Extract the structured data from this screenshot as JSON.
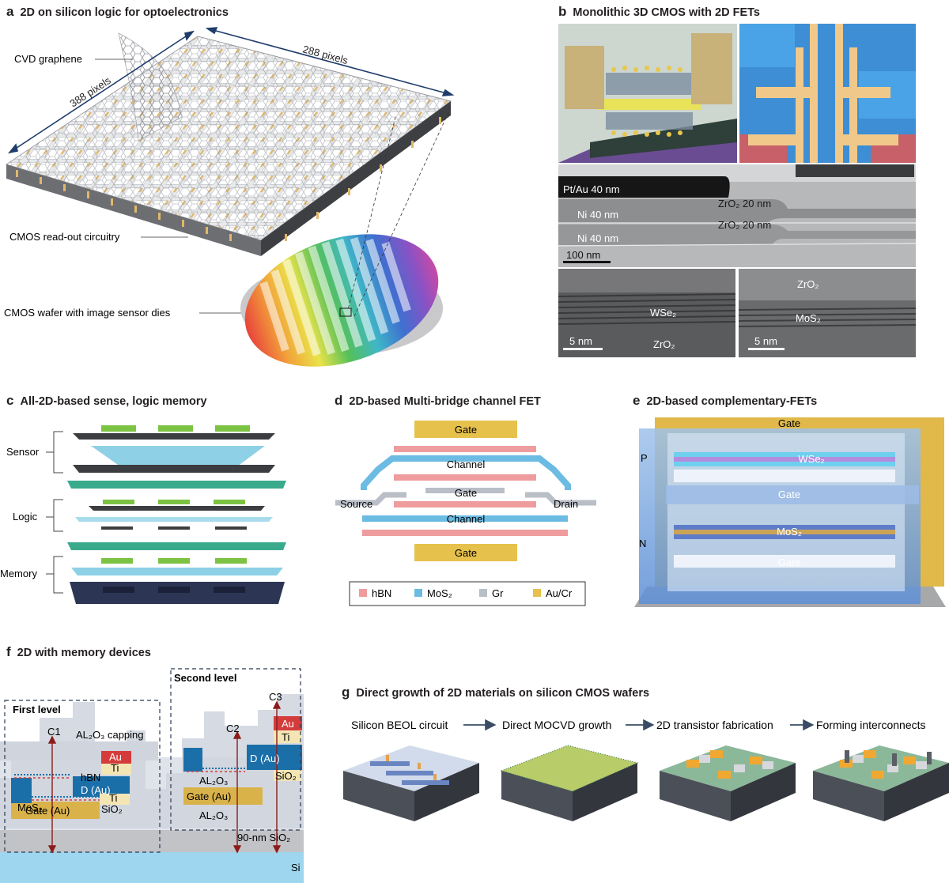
{
  "panel_a": {
    "letter": "a",
    "title": "2D on silicon logic for optoelectronics",
    "labels": {
      "graphene": "CVD graphene",
      "readout": "CMOS read-out circuitry",
      "wafer": "CMOS wafer with image sensor dies",
      "dim_left": "388 pixels",
      "dim_right": "288 pixels"
    }
  },
  "panel_b": {
    "letter": "b",
    "title": "Monolithic 3D CMOS with 2D FETs",
    "tem": {
      "pt": "Pt/Au 40 nm",
      "ni1": "Ni 40 nm",
      "ni2": "Ni 40 nm",
      "zr1": "ZrO₂ 20 nm",
      "zr2": "ZrO₂ 20 nm",
      "scale": "100 nm"
    },
    "hr_left": {
      "m1": "WSe₂",
      "m2": "ZrO₂",
      "scale": "5 nm"
    },
    "hr_right": {
      "m1": "ZrO₂",
      "m2": "MoS₂",
      "scale": "5 nm"
    }
  },
  "panel_c": {
    "letter": "c",
    "title": "All-2D-based sense, logic memory",
    "labels": {
      "sensor": "Sensor",
      "logic": "Logic",
      "memory": "Memory"
    }
  },
  "panel_d": {
    "letter": "d",
    "title": "2D-based Multi-bridge channel FET",
    "labels": {
      "gate_top": "Gate",
      "channel_top": "Channel",
      "gate_mid": "Gate",
      "source": "Source",
      "drain": "Drain",
      "channel_bot": "Channel",
      "gate_bot": "Gate"
    },
    "legend": [
      {
        "label": "hBN",
        "color": "#ee9c9e"
      },
      {
        "label": "MoS₂",
        "color": "#6bbbe3"
      },
      {
        "label": "Gr",
        "color": "#b9bec7"
      },
      {
        "label": "Au/Cr",
        "color": "#e6c14c"
      }
    ]
  },
  "panel_e": {
    "letter": "e",
    "title": "2D-based complementary-FETs",
    "labels": {
      "gate_top": "Gate",
      "wse2": "WSe₂",
      "gate_mid": "Gate",
      "mos2": "MoS₂",
      "gate_bot": "Gate",
      "p": "P",
      "n": "N"
    }
  },
  "panel_f": {
    "letter": "f",
    "title": "2D with memory devices",
    "labels": {
      "first_level": "First level",
      "second_level": "Second level",
      "c1": "C1",
      "c2": "C2",
      "c3": "C3",
      "al2o3_capping": "AL₂O₃ capping",
      "au1": "Au",
      "ti1": "Ti",
      "hbn": "hBN",
      "d_au1": "D (Au)",
      "ti2": "Ti",
      "mos2": "MoS₂",
      "sio2_1": "SiO₂",
      "gate_au1": "Gate (Au)",
      "al2o3_a": "AL₂O₃",
      "gate_au2": "Gate (Au)",
      "al2o3_b": "AL₂O₃",
      "d_au2": "D (Au)",
      "au2": "Au",
      "ti3": "Ti",
      "sio2_2": "SiO₂",
      "sio2_90": "90-nm SiO₂",
      "si": "Si"
    }
  },
  "panel_g": {
    "letter": "g",
    "title": "Direct growth of 2D materials on silicon CMOS wafers",
    "steps": [
      "Silicon BEOL circuit",
      "Direct MOCVD growth",
      "2D transistor fabrication",
      "Forming interconnects"
    ]
  }
}
